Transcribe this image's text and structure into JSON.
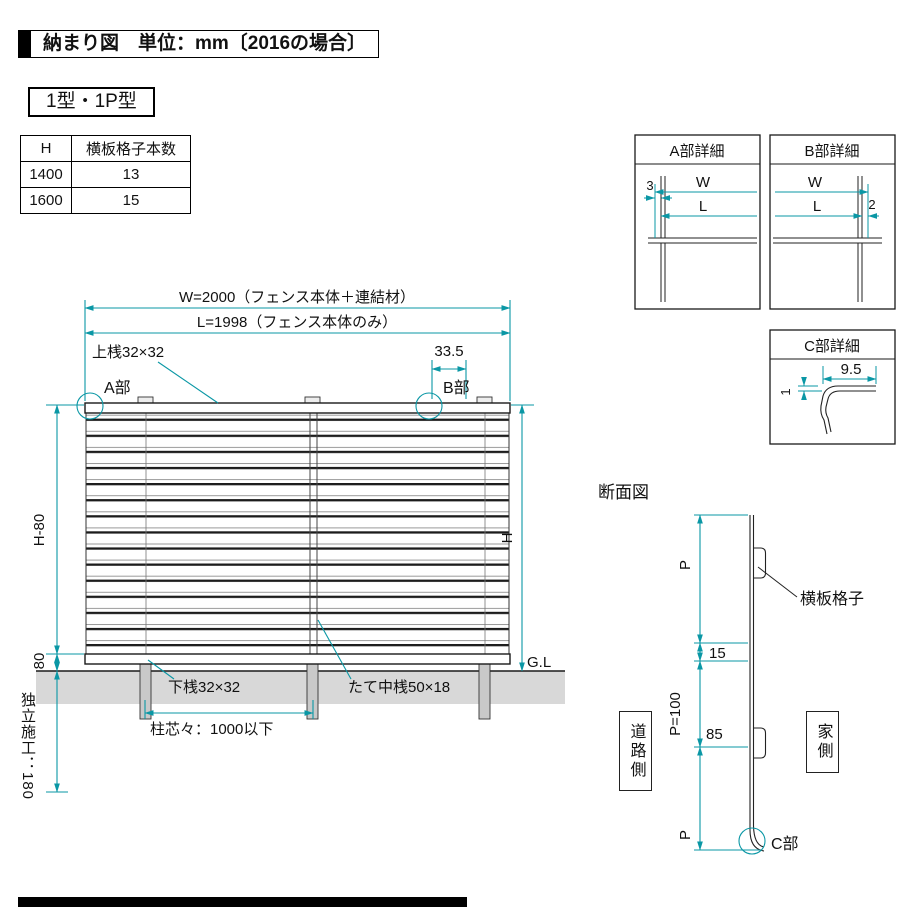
{
  "colors": {
    "accent": "#0a97a5",
    "line": "#1a1a1a",
    "ground": "#d8d8d8"
  },
  "header": {
    "title": "納まり図　単位：mm〔2016の場合〕",
    "model": "1型・1P型"
  },
  "spec_table": {
    "headers": [
      "H",
      "横板格子本数"
    ],
    "rows": [
      [
        "1400",
        "13"
      ],
      [
        "1600",
        "15"
      ]
    ]
  },
  "elevation": {
    "dim_w": "W=2000（フェンス本体＋連結材）",
    "dim_l": "L=1998（フェンス本体のみ）",
    "top_rail": "上桟32×32",
    "dim_offset": "33.5",
    "label_a": "A部",
    "label_b": "B部",
    "dim_h80": "H-80",
    "dim_80": "80",
    "dim_h": "H",
    "gl": "G.L",
    "bottom_rail": "下桟32×32",
    "mid_rail": "たて中桟50×18",
    "post_pitch": "柱芯々：1000以下",
    "embed": "独立施工：180"
  },
  "details": {
    "a": {
      "title": "A部詳細",
      "dim_gap": "3",
      "dim_w": "W",
      "dim_l": "L"
    },
    "b": {
      "title": "B部詳細",
      "dim_w": "W",
      "dim_l": "L",
      "dim_gap": "2"
    },
    "c": {
      "title": "C部詳細",
      "dim_width": "9.5",
      "dim_thickness": "1"
    }
  },
  "section": {
    "title": "断面図",
    "board_label": "横板格子",
    "p_top": "P",
    "gap": "15",
    "board_height": "85",
    "pitch": "P=100",
    "p_bottom": "P",
    "road_side": "道路側",
    "house_side": "家側",
    "c_label": "C部"
  }
}
